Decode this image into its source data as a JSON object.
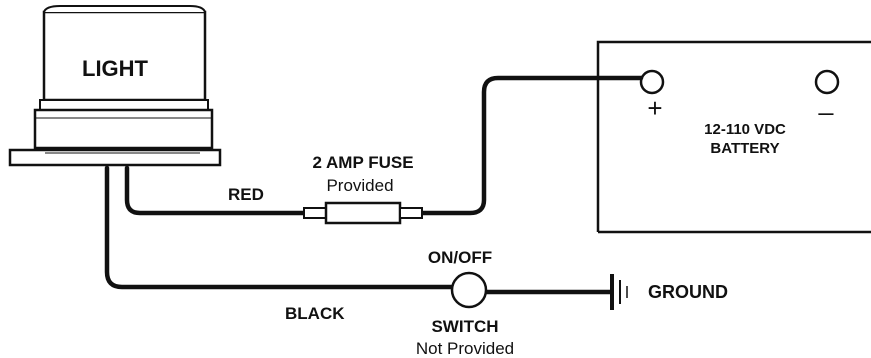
{
  "light": {
    "label": "LIGHT"
  },
  "battery": {
    "label_line1": "12-110 VDC",
    "label_line2": "BATTERY",
    "positive_symbol": "+",
    "negative_symbol": "_"
  },
  "fuse": {
    "label": "2 AMP FUSE",
    "note": "Provided"
  },
  "wires": {
    "red_label": "RED",
    "black_label": "BLACK"
  },
  "switch": {
    "label": "ON/OFF",
    "name": "SWITCH",
    "note": "Not Provided"
  },
  "ground": {
    "label": "GROUND"
  }
}
